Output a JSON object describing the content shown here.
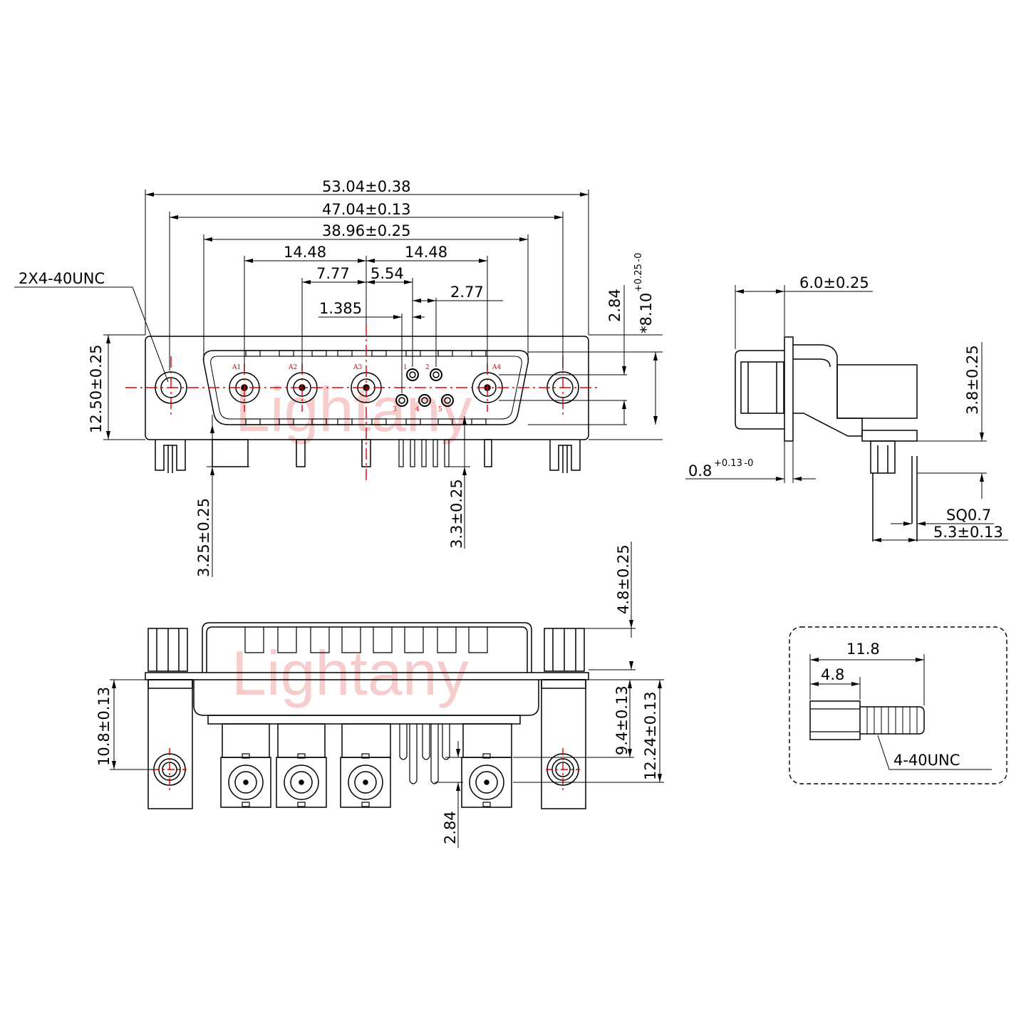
{
  "watermark": "Lightany",
  "colors": {
    "line": "#000000",
    "centerline": "#e00000",
    "pin_label": "#e00000",
    "watermark": "#f6cccc"
  },
  "front_view": {
    "overall_width": "53.04±0.38",
    "mount_hole_pitch": "47.04±0.13",
    "shell_width": "38.96±0.25",
    "pitch_left": "14.48",
    "pitch_right": "14.48",
    "pitch_a2_a3": "7.77",
    "offset_5_54": "5.54",
    "signal_pitch": "2.77",
    "signal_pitch_small": "1.385",
    "thread_callout": "2X4-40UNC",
    "height_main": "12.50±0.25",
    "height_284": "2.84",
    "height_810_base": "*8.10",
    "height_810_tol": "+0.25 -0",
    "pin_offset_left": "3.25±0.25",
    "pin_offset_right": "3.3±0.25",
    "pin_labels": [
      "A1",
      "A2",
      "A3",
      "A4",
      "1",
      "2",
      "3",
      "4",
      "5"
    ]
  },
  "side_view": {
    "depth": "6.0±0.25",
    "height_38": "3.8±0.25",
    "flange_base": "0.8",
    "flange_tol": "+0.13 -0",
    "pin_square": "SQ0.7",
    "pin_offset": "5.3±0.13"
  },
  "bottom_view": {
    "height_48": "4.8±0.25",
    "height_108": "10.8±0.13",
    "height_94": "9.4±0.13",
    "height_1224": "12.24±0.13",
    "pitch_284": "2.84"
  },
  "screw_detail": {
    "length": "11.8",
    "hex_length": "4.8",
    "thread": "4-40UNC"
  }
}
